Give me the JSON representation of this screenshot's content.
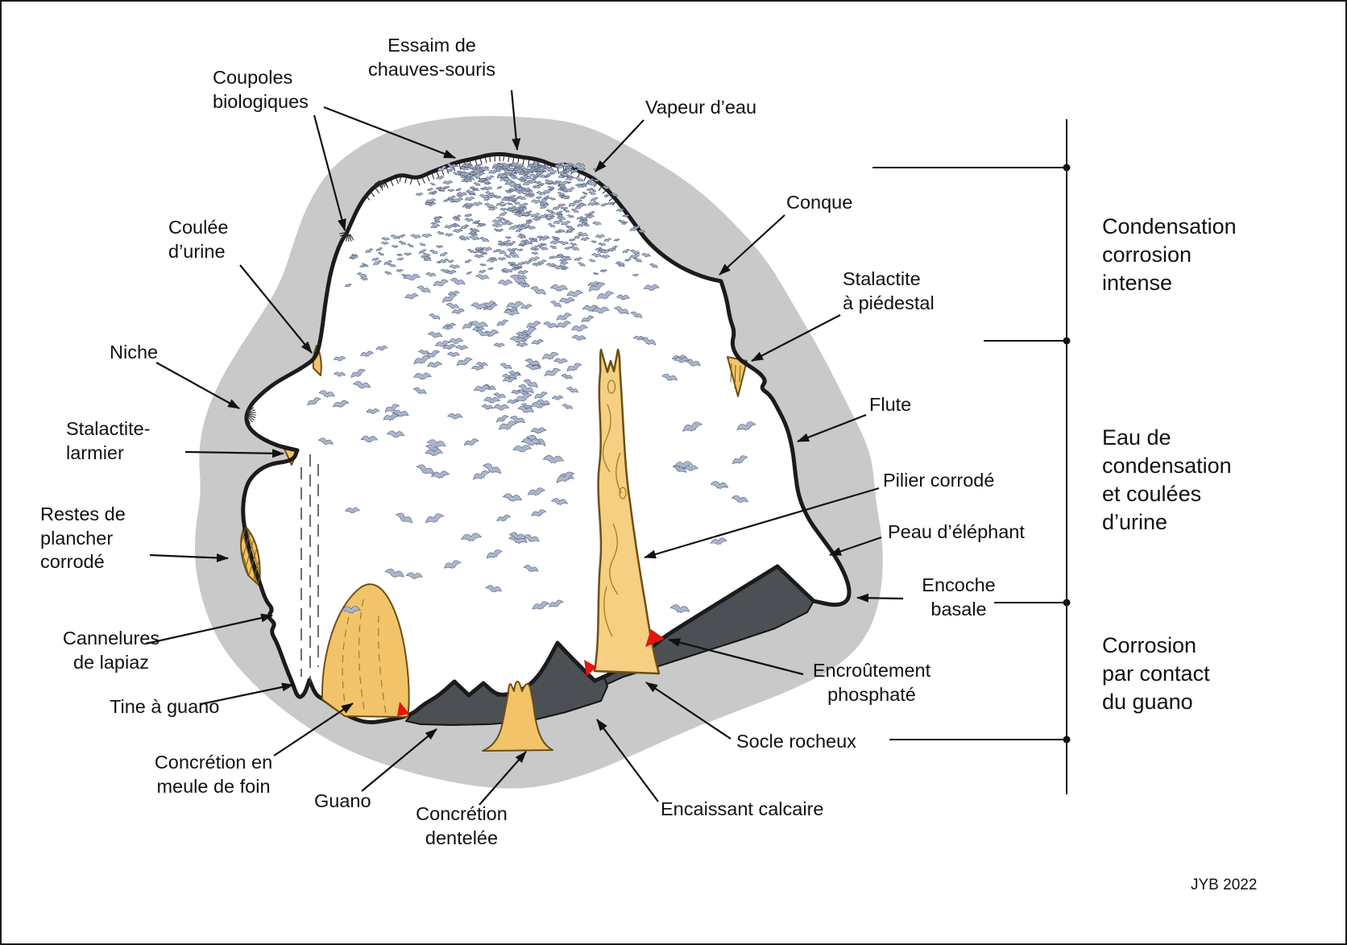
{
  "labels": {
    "essaim": "Essaim de\nchauves-souris",
    "coupoles": "Coupoles\nbiologiques",
    "vapeur": "Vapeur d’eau",
    "conque": "Conque",
    "coulee": "Coulée\nd’urine",
    "piedestal": "Stalactite\nà piédestal",
    "niche": "Niche",
    "flute": "Flute",
    "larmier": "Stalactite-\nlarmier",
    "pilier": "Pilier corrodé",
    "plancher": "Restes de\nplancher\ncorrodé",
    "peau": "Peau d’éléphant",
    "encoche": "Encoche\nbasale",
    "cannelures": "Cannelures\nde lapiaz",
    "tine": "Tine à guano",
    "encroutement": "Encroûtement\nphosphaté",
    "meule": "Concrétion en\nmeule de foin",
    "guano": "Guano",
    "dentelee": "Concrétion\ndentelée",
    "socle": "Socle rocheux",
    "encaissant": "Encaissant calcaire"
  },
  "zones": {
    "z1": "Condensation\ncorrosion\nintense",
    "z2": "Eau de\ncondensation\net coulées\nd’urine",
    "z3": "Corrosion\npar contact\ndu guano"
  },
  "credit": "JYB 2022",
  "colors": {
    "limestone": "#c9c9c9",
    "outline": "#1b1b1b",
    "dark_rock": "#4c5055",
    "guano_yellow": "#f3c36a",
    "pillar_yellow": "#f6cf82",
    "guano_edge": "#6b5012",
    "bat_fill": "#a9b6cd",
    "bat_stroke": "#4a5670",
    "phosphate_red": "#e3150f",
    "text": "#111111"
  }
}
